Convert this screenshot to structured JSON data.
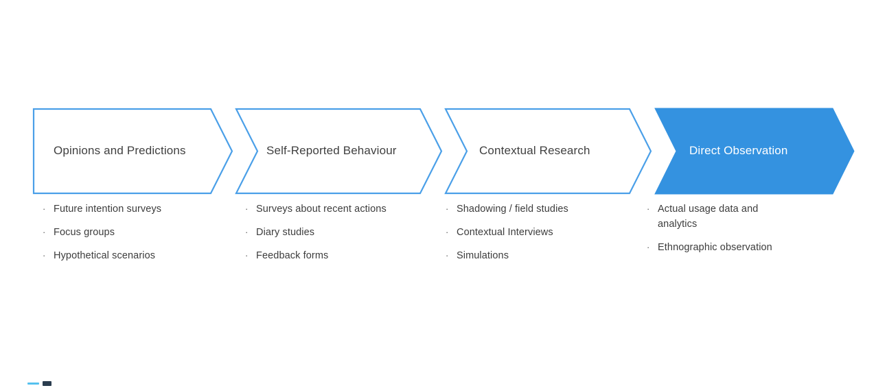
{
  "theme": {
    "background": "#ffffff",
    "accent_blue": "#3492e0",
    "outline_blue": "#4a9fe8",
    "title_text": "#404040",
    "title_text_on_fill": "#ffffff",
    "bullet_text": "#3c3c3c"
  },
  "diagram": {
    "type": "chevron-process-flow",
    "bullet_marker": "·",
    "stages": [
      {
        "title": "Opinions and Predictions",
        "filled": false,
        "items": [
          "Future intention surveys",
          "Focus groups",
          "Hypothetical scenarios"
        ]
      },
      {
        "title": "Self-Reported Behaviour",
        "filled": false,
        "items": [
          "Surveys about recent actions",
          "Diary studies",
          "Feedback forms"
        ]
      },
      {
        "title": "Contextual Research",
        "filled": false,
        "items": [
          "Shadowing / field studies",
          "Contextual Interviews",
          "Simulations"
        ]
      },
      {
        "title": "Direct Observation",
        "filled": true,
        "items": [
          "Actual usage data and analytics",
          "Ethnographic observation"
        ]
      }
    ]
  }
}
